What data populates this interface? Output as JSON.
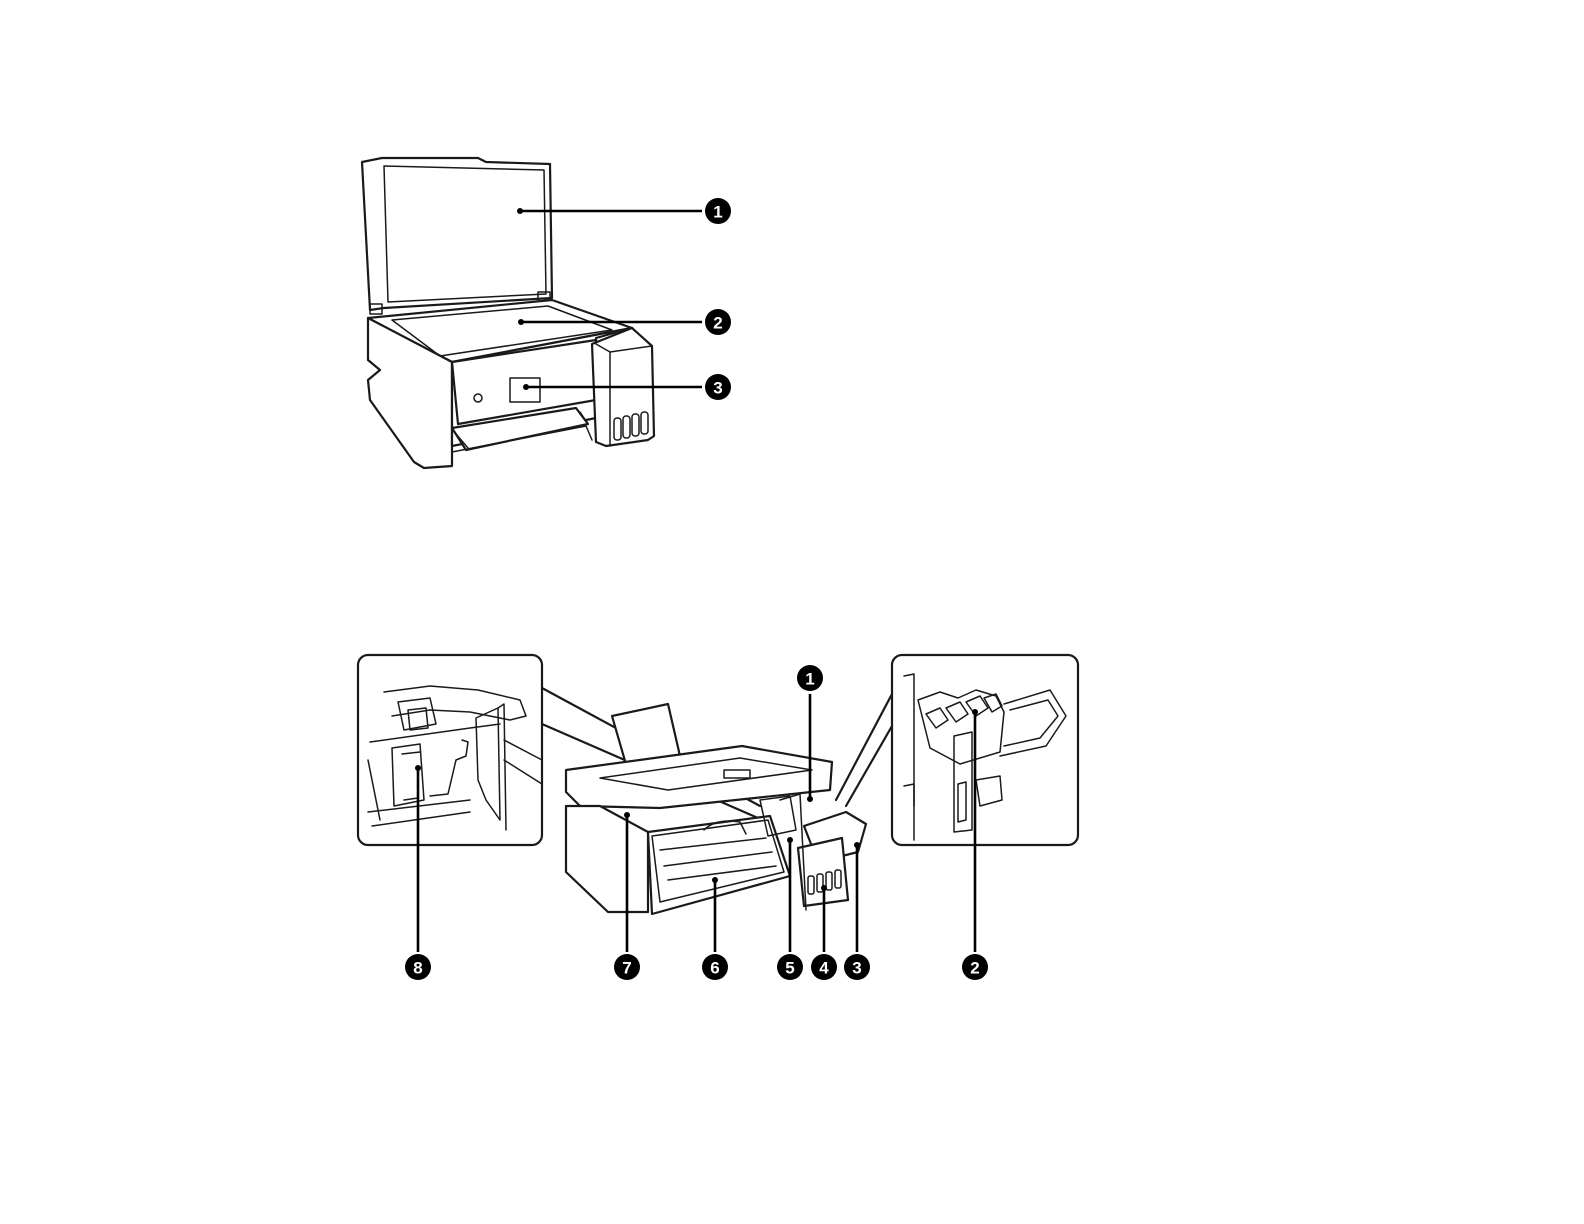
{
  "figures": [
    {
      "name": "printer-top-view",
      "callouts": [
        {
          "id": "callout-1",
          "label": "1"
        },
        {
          "id": "callout-2",
          "label": "2"
        },
        {
          "id": "callout-3",
          "label": "3"
        }
      ]
    },
    {
      "name": "printer-inside-view",
      "callouts": [
        {
          "id": "callout-1",
          "label": "1"
        },
        {
          "id": "callout-2",
          "label": "2"
        },
        {
          "id": "callout-3",
          "label": "3"
        },
        {
          "id": "callout-4",
          "label": "4"
        },
        {
          "id": "callout-5",
          "label": "5"
        },
        {
          "id": "callout-6",
          "label": "6"
        },
        {
          "id": "callout-7",
          "label": "7"
        },
        {
          "id": "callout-8",
          "label": "8"
        }
      ]
    }
  ]
}
